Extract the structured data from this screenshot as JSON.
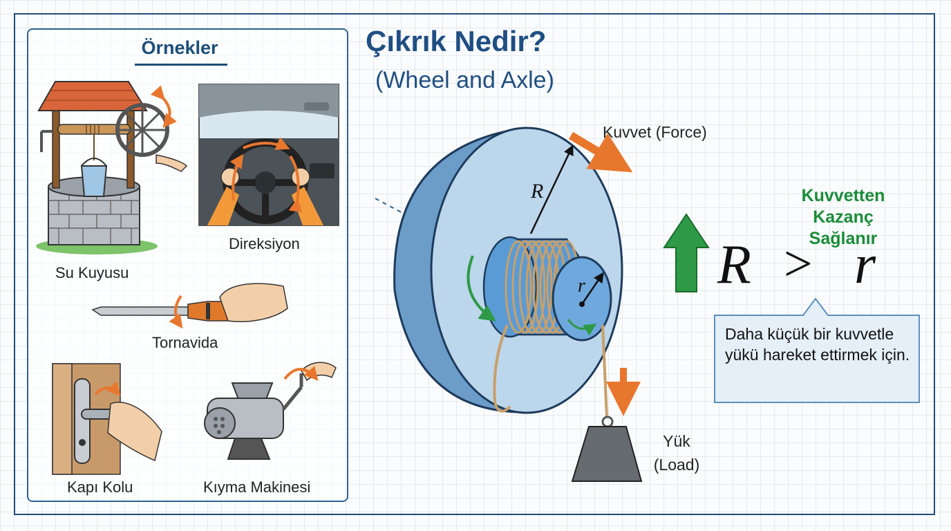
{
  "title": "Çıkrık Nedir?",
  "subtitle": "(Wheel and Axle)",
  "examples": {
    "heading": "Örnekler",
    "items": [
      {
        "label": "Su Kuyusu",
        "icon": "water-well-icon"
      },
      {
        "label": "Direksiyon",
        "icon": "steering-wheel-icon"
      },
      {
        "label": "Tornavida",
        "icon": "screwdriver-icon"
      },
      {
        "label": "Kapı Kolu",
        "icon": "door-handle-icon"
      },
      {
        "label": "Kıyma Makinesi",
        "icon": "meat-grinder-icon"
      }
    ]
  },
  "diagram": {
    "force_label": "Kuvvet (Force)",
    "load_label_1": "Yük",
    "load_label_2": "(Load)",
    "big_radius": "R",
    "small_radius": "r"
  },
  "formula": {
    "lhs": "R",
    "op": ">",
    "rhs": "r"
  },
  "gain_text": "Kuvvetten Kazanç Sağlanır",
  "callout": "Daha küçük bir kuvvetle yükü hareket ettirmek için.",
  "colors": {
    "title": "#1f4e82",
    "accent_orange": "#e8772e",
    "gain_green": "#1b8c3a",
    "wheel_blue": "#bcd6ec",
    "axle_blue": "#5b9bd5",
    "rope": "#c8a06a"
  }
}
